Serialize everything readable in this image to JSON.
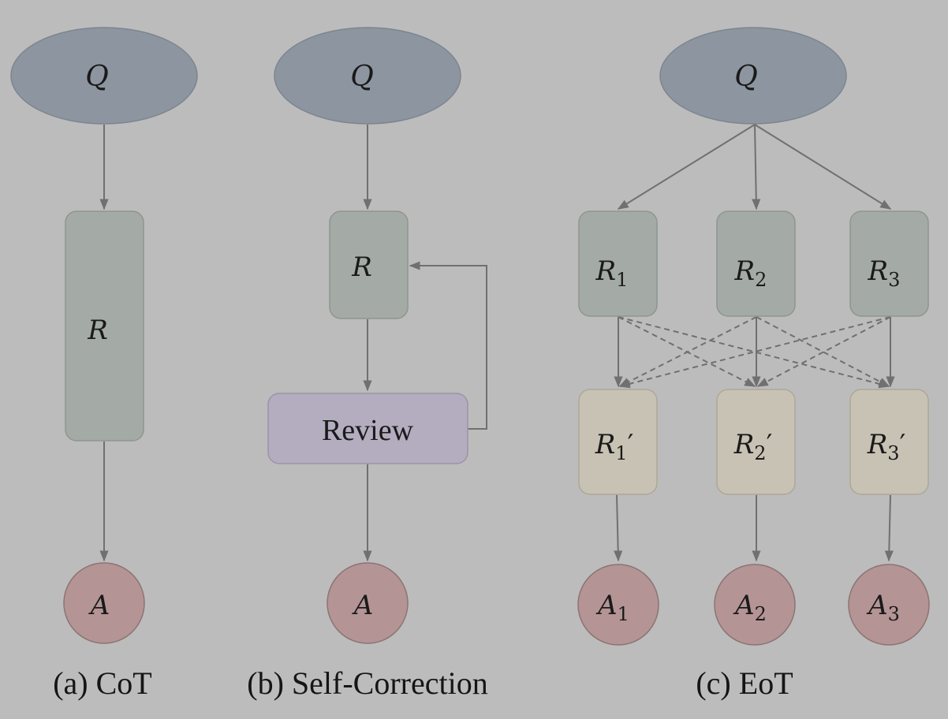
{
  "colors": {
    "background": "#bcbcbc",
    "question_fill": "#8d96a0",
    "reasoning_fill": "#a4aaa5",
    "refined_fill": "#c8c2b4",
    "review_fill": "#b3adbf",
    "answer_fill": "#b49494",
    "edge": "#707070"
  },
  "panels": {
    "cot": {
      "caption": "(a) CoT",
      "question": "Q",
      "reasoning": "R",
      "answer": "A"
    },
    "self_correction": {
      "caption": "(b) Self-Correction",
      "question": "Q",
      "reasoning": "R",
      "review": "Review",
      "answer": "A"
    },
    "eot": {
      "caption": "(c) EoT",
      "question": "Q",
      "reasoners": [
        {
          "base": "R",
          "sub": "1"
        },
        {
          "base": "R",
          "sub": "2"
        },
        {
          "base": "R",
          "sub": "3"
        }
      ],
      "refined": [
        {
          "base": "R",
          "sub": "1",
          "prime": "′"
        },
        {
          "base": "R",
          "sub": "2",
          "prime": "′"
        },
        {
          "base": "R",
          "sub": "3",
          "prime": "′"
        }
      ],
      "answers": [
        {
          "base": "A",
          "sub": "1"
        },
        {
          "base": "A",
          "sub": "2"
        },
        {
          "base": "A",
          "sub": "3"
        }
      ]
    }
  }
}
